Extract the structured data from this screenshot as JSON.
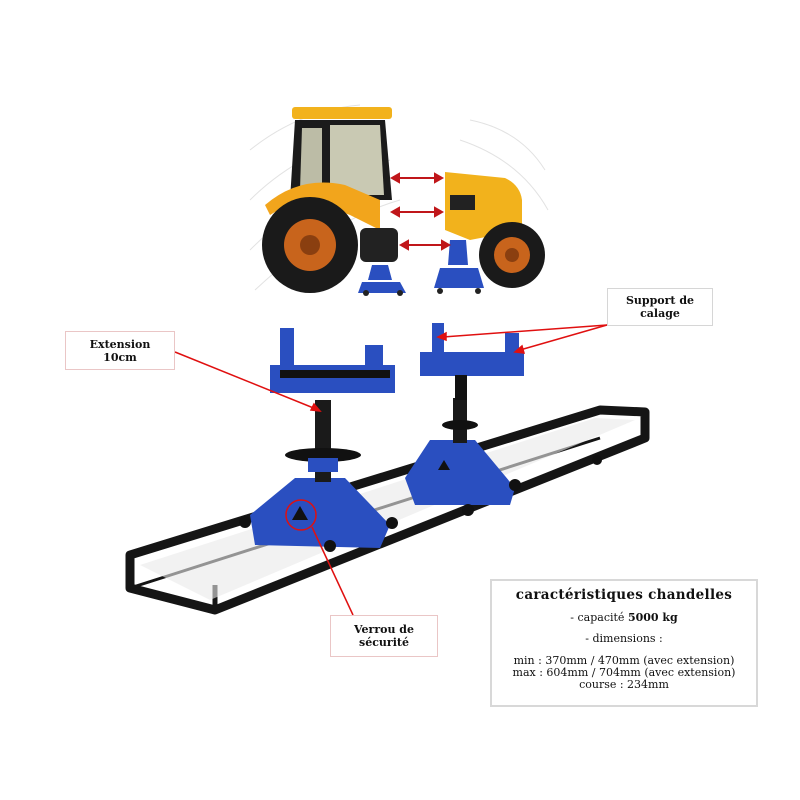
{
  "labels": {
    "extension": [
      "Extension",
      "10cm"
    ],
    "support": [
      "Support de",
      "calage"
    ],
    "verrou": [
      "Verrou de",
      "sécurité"
    ]
  },
  "specs": {
    "title": "caractéristiques chandelles",
    "capacity_prefix": "- capacité ",
    "capacity_value": "5000 kg",
    "dimensions_label": "- dimensions :",
    "min": "min : 370mm / 470mm (avec extension)",
    "max": "max : 604mm / 704mm (avec extension)",
    "course": "course : 234mm"
  },
  "colors": {
    "stand_blue": "#2a4fc0",
    "annotation_red": "#e01010",
    "tractor_yellow": "#f2b21c"
  }
}
